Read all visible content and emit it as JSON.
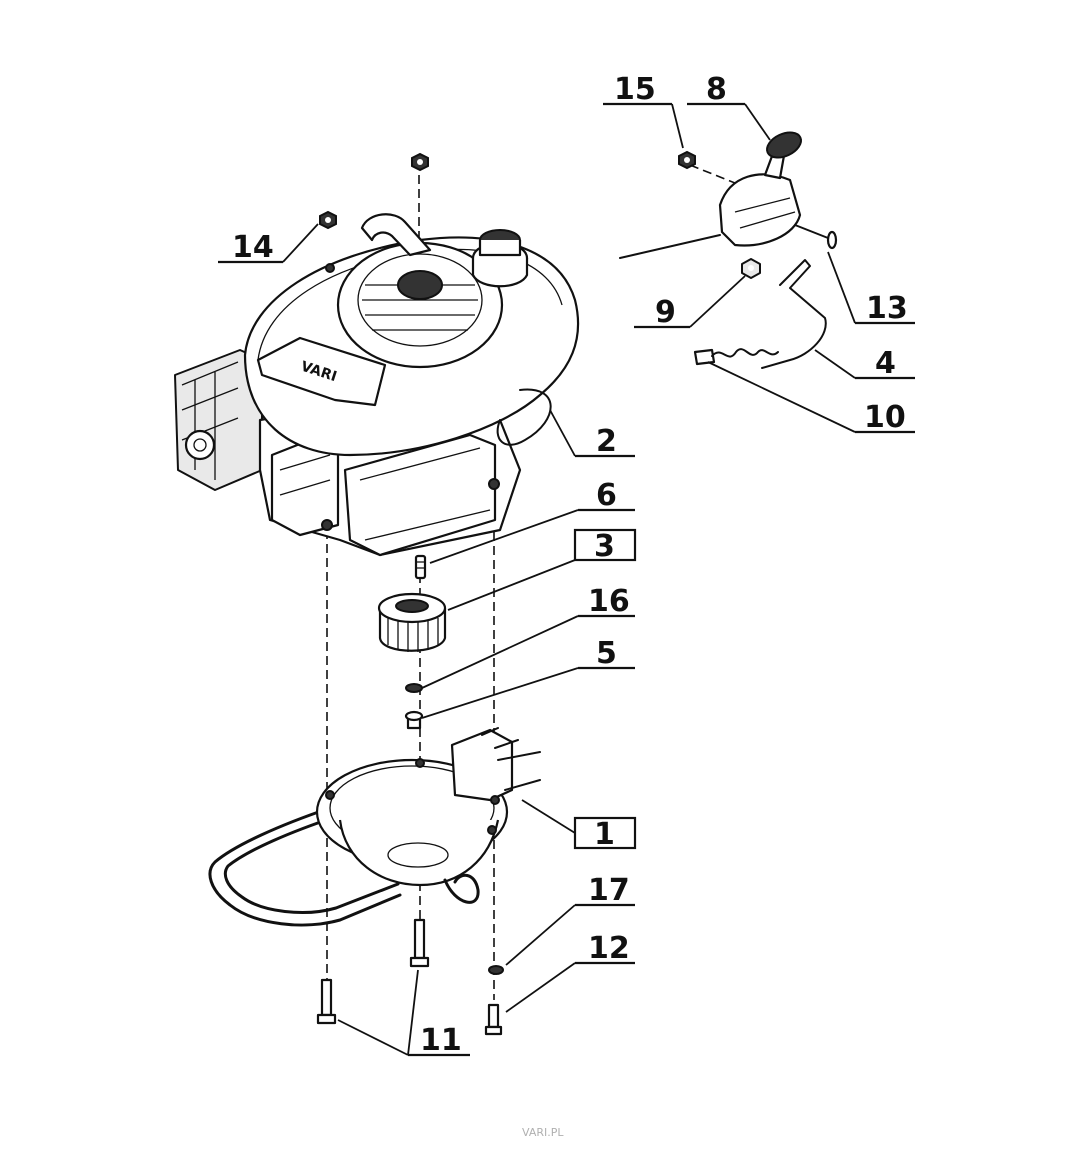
{
  "callouts": [
    {
      "id": "15",
      "label": "15",
      "boxed": false
    },
    {
      "id": "8",
      "label": "8",
      "boxed": false
    },
    {
      "id": "14",
      "label": "14",
      "boxed": false
    },
    {
      "id": "13",
      "label": "13",
      "boxed": false
    },
    {
      "id": "9",
      "label": "9",
      "boxed": false
    },
    {
      "id": "4",
      "label": "4",
      "boxed": false
    },
    {
      "id": "10",
      "label": "10",
      "boxed": false
    },
    {
      "id": "2",
      "label": "2",
      "boxed": false
    },
    {
      "id": "6",
      "label": "6",
      "boxed": false
    },
    {
      "id": "3",
      "label": "3",
      "boxed": true
    },
    {
      "id": "16",
      "label": "16",
      "boxed": false
    },
    {
      "id": "5",
      "label": "5",
      "boxed": false
    },
    {
      "id": "1",
      "label": "1",
      "boxed": true
    },
    {
      "id": "17",
      "label": "17",
      "boxed": false
    },
    {
      "id": "12",
      "label": "12",
      "boxed": false
    },
    {
      "id": "11",
      "label": "11",
      "boxed": false
    }
  ],
  "engine_brand": "VARI",
  "footer_text": "VARI.PL"
}
